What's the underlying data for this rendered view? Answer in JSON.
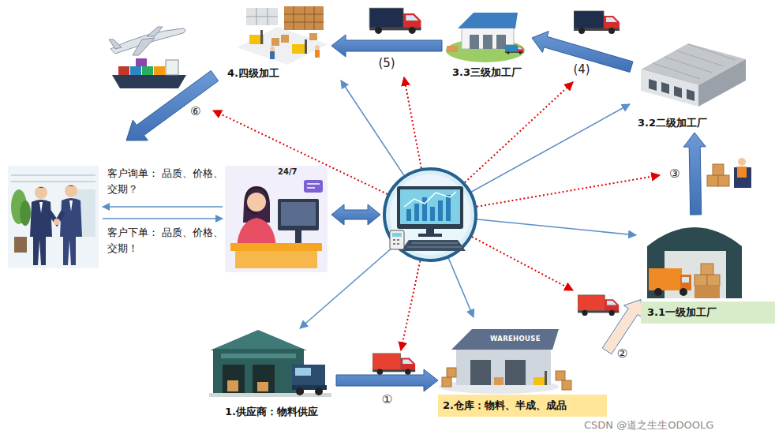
{
  "diagram": {
    "nodes": [
      {
        "text": [
          "4.四级加工"
        ]
      },
      {
        "text": [
          "3.3三级加工厂"
        ]
      },
      {
        "text": [
          "3.2二级加工厂"
        ]
      },
      {
        "text": [
          "3.1一级加工厂"
        ]
      },
      {
        "text": [
          "1.供应商：物料供应"
        ]
      },
      {
        "text": [
          "2.仓库：物料、半成、成品"
        ]
      }
    ],
    "edges": [
      {
        "from": 4,
        "to": 5,
        "arrow": "to",
        "label": "①"
      },
      {
        "from": 5,
        "to": 3,
        "arrow": "to",
        "label": "②"
      },
      {
        "from": 3,
        "to": 2,
        "arrow": "to",
        "label": "③"
      },
      {
        "from": 2,
        "to": 1,
        "arrow": "to",
        "label": "(4)"
      },
      {
        "from": 1,
        "to": 0,
        "arrow": "to",
        "label": "(5)"
      }
    ],
    "labels": [
      "客户询单： 品质、价格、交期？",
      "客户下单： 品质、价格、交期！",
      "⑥",
      "24/7",
      "WAREHOUSE",
      "CSDN @道之生生ODOOLG"
    ]
  }
}
